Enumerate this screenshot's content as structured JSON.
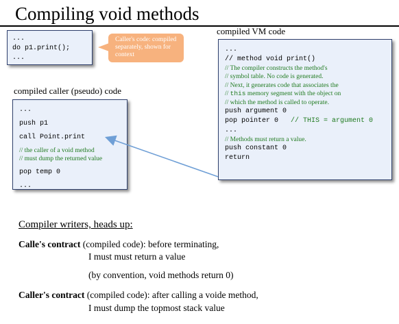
{
  "title": "Compiling void methods",
  "context_code": [
    "...",
    "do p1.print();",
    "..."
  ],
  "callout": {
    "text": "Caller's code: compiled separately, shown for context"
  },
  "vm_label": "compiled VM code",
  "vm_code": {
    "l1": "...",
    "l2": "// method void print()",
    "c1": "// The compiler constructs the method's",
    "c2": "// symbol table. No code is generated.",
    "c3": "// Next, it generates code that associates the",
    "c4a": "// ",
    "c4kw": "this",
    "c4b": " memory segment with the object on",
    "c5": "// which the method is called to operate.",
    "l3": "push argument 0",
    "l4a": "pop pointer 0",
    "l4b": "   // THIS = argument 0",
    "l5": "...",
    "c6": "// Methods must return a value.",
    "l6": "push constant 0",
    "l7": "return"
  },
  "caller_label": "compiled caller (pseudo) code",
  "caller_code": {
    "l1": "...",
    "l2": "push p1",
    "l3": "call Point.print",
    "c1": "// the caller of a void method",
    "c2": "// must dump the returned value",
    "l4": "pop temp 0",
    "l5": "..."
  },
  "heads_up": "Compiler writers, heads up:",
  "callee_contract": {
    "bold": "Calle's contract",
    "text": " (compiled code): before terminating,",
    "line2": "I must must return a value",
    "line3": "(by convention, void methods return 0)"
  },
  "caller_contract": {
    "bold": "Caller's contract",
    "text": " (compiled code): after calling a voide method,",
    "line2": "I must dump the topmost stack value"
  },
  "colors": {
    "box_fill": "#eaf0fa",
    "comment": "#1f7a1f",
    "callout": "#f7b27e",
    "arrow": "#6f9fd6"
  }
}
